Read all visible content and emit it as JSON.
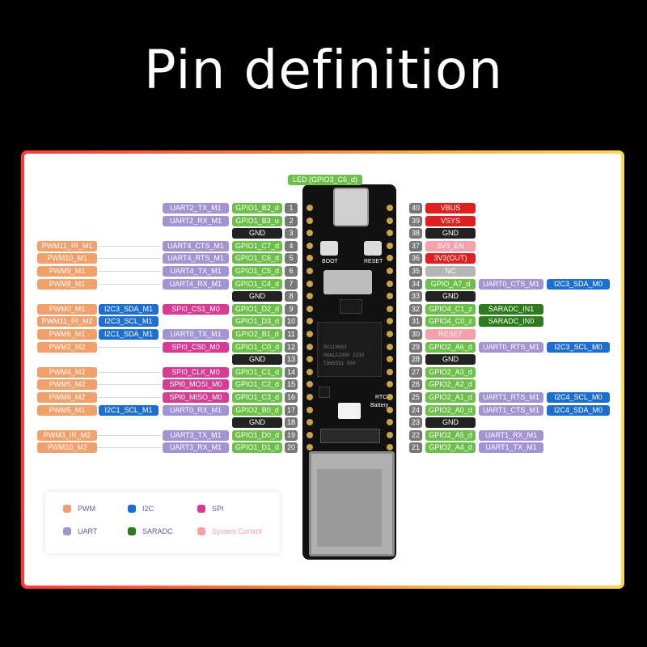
{
  "title": "Pin definition",
  "led_label": "LED (GPIO3_C6_d)",
  "board_labels": {
    "boot": "BOOT",
    "reset": "RESET",
    "rtc": "RTC",
    "battery": "Battery",
    "chip_line1": "RV1106G3",
    "chip_line2": "H8A1F2980 2230",
    "chip_line3": "TDNS591 9S0"
  },
  "left_pins": [
    {
      "num": "1",
      "gpio": "GPIO1_B2_d",
      "uart": "UART2_TX_M1"
    },
    {
      "num": "2",
      "gpio": "GPIO1_B3_u",
      "uart": "UART2_RX_M1"
    },
    {
      "num": "3",
      "gnd": "GND"
    },
    {
      "num": "4",
      "gpio": "GPIO1_C7_d",
      "uart": "UART4_CTS_M1",
      "pwm": "PWM11_IR_M1"
    },
    {
      "num": "5",
      "gpio": "GPIO1_C6_d",
      "uart": "UART4_RTS_M1",
      "pwm": "PWM10_M1"
    },
    {
      "num": "6",
      "gpio": "GPIO1_C5_d",
      "uart": "UART4_TX_M1",
      "pwm": "PWM9_M1"
    },
    {
      "num": "7",
      "gpio": "GPIO1_C4_d",
      "uart": "UART4_RX_M1",
      "pwm": "PWM8_M1"
    },
    {
      "num": "8",
      "gnd": "GND"
    },
    {
      "num": "9",
      "gpio": "GPIO1_D2_d",
      "spi": "SPI0_CS1_M0",
      "i2c": "I2C3_SDA_M1",
      "pwm": "PWM0_M1"
    },
    {
      "num": "10",
      "gpio": "GPIO1_D3_d",
      "i2c": "I2C3_SCL_M1",
      "pwm": "PWM11_IR_M2"
    },
    {
      "num": "11",
      "gpio": "GPIO2_B1_d",
      "uart": "UART0_TX_M1",
      "i2c": "I2C1_SDA_M1",
      "pwm": "PWM6_M1"
    },
    {
      "num": "12",
      "gpio": "GPIO1_C0_d",
      "spi": "SPI0_CS0_M0",
      "pwm": "PWM2_M2"
    },
    {
      "num": "13",
      "gnd": "GND"
    },
    {
      "num": "14",
      "gpio": "GPIO1_C1_d",
      "spi": "SPI0_CLK_M0",
      "pwm": "PWM4_M2"
    },
    {
      "num": "15",
      "gpio": "GPIO1_C2_d",
      "spi": "SPI0_MOSI_M0",
      "pwm": "PWM5_M2"
    },
    {
      "num": "16",
      "gpio": "GPIO1_C3_d",
      "spi": "SPI0_MISO_M0",
      "pwm": "PWM6_M2"
    },
    {
      "num": "17",
      "gpio": "GPIO2_B0_d",
      "uart": "UART0_RX_M1",
      "i2c": "I2C1_SCL_M1",
      "pwm": "PWM5_M1"
    },
    {
      "num": "18",
      "gnd": "GND"
    },
    {
      "num": "19",
      "gpio": "GPIO1_D0_d",
      "uart": "UART3_TX_M1",
      "pwm": "PWM3_IR_M2"
    },
    {
      "num": "20",
      "gpio": "GPIO1_D1_d",
      "uart": "UART3_RX_M1",
      "pwm": "PWM10_M2"
    }
  ],
  "right_pins": [
    {
      "num": "40",
      "pwr": "VBUS"
    },
    {
      "num": "39",
      "pwr": "VSYS"
    },
    {
      "num": "38",
      "gnd": "GND"
    },
    {
      "num": "37",
      "sys": "3V3_EN"
    },
    {
      "num": "36",
      "pwr": "3V3(OUT)"
    },
    {
      "num": "35",
      "nc": "NC"
    },
    {
      "num": "34",
      "gpio": "GPIO_A7_d",
      "uart": "UART0_CTS_M1",
      "i2c": "I2C3_SDA_M0"
    },
    {
      "num": "33",
      "gnd": "GND"
    },
    {
      "num": "32",
      "gpio": "GPIO4_C1_z",
      "saradc": "SARADC_IN1"
    },
    {
      "num": "31",
      "gpio": "GPIO4_C0_z",
      "saradc": "SARADC_IN0"
    },
    {
      "num": "30",
      "sys": "RESET"
    },
    {
      "num": "29",
      "gpio": "GPIO2_A6_d",
      "uart": "UART0_RTS_M1",
      "i2c": "I2C3_SCL_M0"
    },
    {
      "num": "28",
      "gnd": "GND"
    },
    {
      "num": "27",
      "gpio": "GPIO2_A3_d"
    },
    {
      "num": "26",
      "gpio": "GPIO2_A2_d"
    },
    {
      "num": "25",
      "gpio": "GPIO2_A1_d",
      "uart": "UART1_RTS_M1",
      "i2c": "I2C4_SCL_M0"
    },
    {
      "num": "24",
      "gpio": "GPIO2_A0_d",
      "uart": "UART1_CTS_M1",
      "i2c": "I2C4_SDA_M0"
    },
    {
      "num": "23",
      "gnd": "GND"
    },
    {
      "num": "22",
      "gpio": "GPIO2_A5_d",
      "uart": "UART1_RX_M1"
    },
    {
      "num": "21",
      "gpio": "GPIO2_A4_d",
      "uart": "UART1_TX_M1"
    }
  ],
  "legend": [
    {
      "type": "pwm",
      "label": "PWM",
      "color": "#f0a06a"
    },
    {
      "type": "i2c",
      "label": "I2C",
      "color": "#1c6fd0"
    },
    {
      "type": "spi",
      "label": "SPI",
      "color": "#d63c92"
    },
    {
      "type": "uart",
      "label": "UART",
      "color": "#a293d3"
    },
    {
      "type": "saradc",
      "label": "SARADC",
      "color": "#2e7a1e"
    },
    {
      "type": "sys",
      "label": "System Control",
      "color": "#f5a0aa"
    }
  ]
}
